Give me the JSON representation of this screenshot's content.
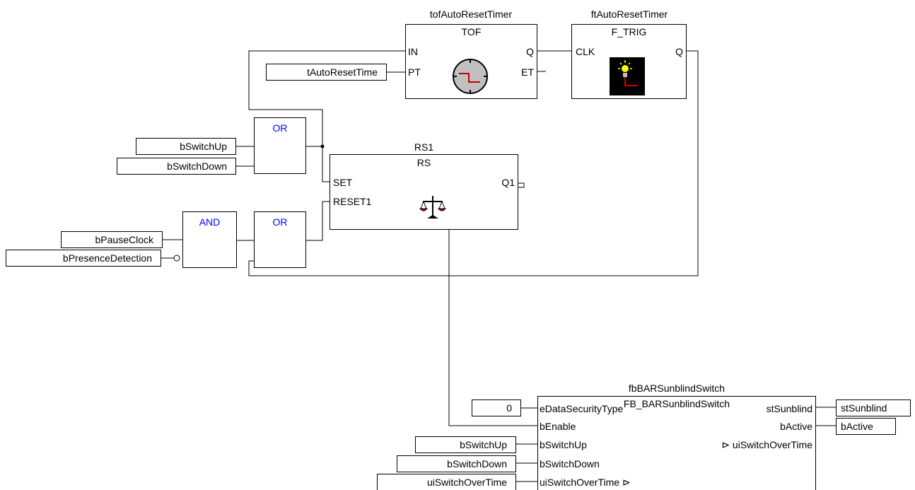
{
  "tof": {
    "instance": "tofAutoResetTimer",
    "type": "TOF",
    "pin_in": "IN",
    "pin_pt": "PT",
    "pin_q": "Q",
    "pin_et": "ET",
    "icon": "clock-icon"
  },
  "ftrig": {
    "instance": "ftAutoResetTimer",
    "type": "F_TRIG",
    "pin_clk": "CLK",
    "pin_q": "Q",
    "icon": "lightbulb-icon"
  },
  "rs": {
    "instance": "RS1",
    "type": "RS",
    "pin_set": "SET",
    "pin_reset": "RESET1",
    "pin_q1": "Q1",
    "icon": "scale-icon"
  },
  "or1": {
    "label": "OR"
  },
  "or2": {
    "label": "OR"
  },
  "and1": {
    "label": "AND"
  },
  "vars": {
    "auto_reset_time": "tAutoResetTime",
    "switch_up": "bSwitchUp",
    "switch_down": "bSwitchDown",
    "pause_clock": "bPauseClock",
    "presence_detection": "bPresenceDetection",
    "zero": "0",
    "fb_switch_up": "bSwitchUp",
    "fb_switch_down": "bSwitchDown",
    "fb_switch_over_time": "uiSwitchOverTime",
    "out_sunblind": "stSunblind",
    "out_active": "bActive"
  },
  "fb": {
    "instance": "fbBARSunblindSwitch",
    "type": "FB_BARSunblindSwitch",
    "in_security": "eDataSecurityType",
    "in_enable": "bEnable",
    "in_switch_up": "bSwitchUp",
    "in_switch_down": "bSwitchDown",
    "in_switch_over": "uiSwitchOverTime ⊳",
    "out_sunblind": "stSunblind",
    "out_active": "bActive",
    "out_switch_over": "⊳ uiSwitchOverTime"
  },
  "colors": {
    "operator_label": "#0000ff",
    "wire": "#000000",
    "icon_red": "#cc0000",
    "icon_yellow": "#ffff00"
  }
}
